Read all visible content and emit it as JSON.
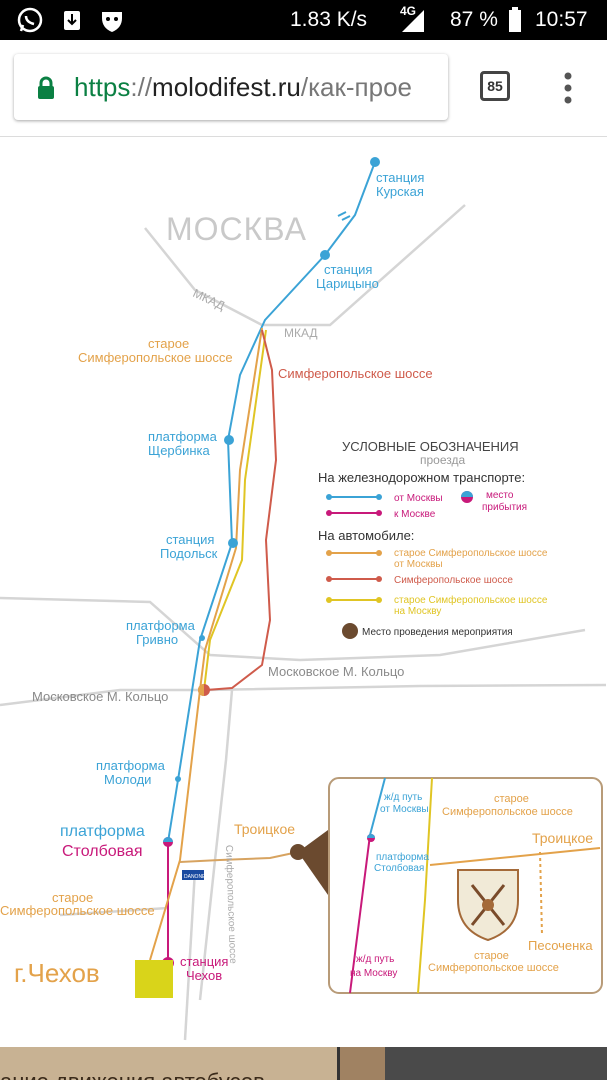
{
  "status_bar": {
    "network_speed": "1.83 K/s",
    "network_type": "4G",
    "battery": "87 %",
    "time": "10:57"
  },
  "browser": {
    "url_scheme": "https",
    "url_sep": "://",
    "url_host": "molodifest.ru",
    "url_path": "/как-прое",
    "tab_count": "85"
  },
  "map": {
    "city_label": "МОСКВА",
    "mkad_label_1": "МКАД",
    "mkad_label_2": "МКАД",
    "stations": {
      "kurskaya": [
        "станция",
        "Курская"
      ],
      "tsaritsyno": [
        "станция",
        "Царицыно"
      ],
      "shcherbinka": [
        "платформа",
        "Щербинка"
      ],
      "podolsk": [
        "станция",
        "Подольск"
      ],
      "grivno": [
        "платформа",
        "Гривно"
      ],
      "molodi": [
        "платформа",
        "Молоди"
      ],
      "stolbovaya": [
        "платформа",
        "Столбовая"
      ],
      "chekhov": [
        "станция",
        "Чехов"
      ]
    },
    "roads": {
      "old_simferopol": [
        "старое",
        "Симферопольское шоссе"
      ],
      "simferopol": "Симферопольское шоссе",
      "old_simferopol_south": [
        "старое",
        "Симферопольское шоссе"
      ],
      "moscow_small_ring_left": "Московское М. Кольцо",
      "moscow_small_ring_right": "Московское М. Кольцо",
      "simferopol_vertical": "Симферопольское шоссе",
      "troitskoe": "Троицкое",
      "danone": "DANONE"
    },
    "city_chekhov": "г.Чехов",
    "legend": {
      "title": "УСЛОВНЫЕ ОБОЗНАЧЕНИЯ",
      "subtitle": "проезда",
      "rail_header": "На железнодорожном транспорте:",
      "rail_from_moscow": "от Москвы",
      "rail_to_moscow": "к Москве",
      "arrival_place": [
        "место",
        "прибытия"
      ],
      "car_header": "На автомобиле:",
      "car_old_from": [
        "старое Симферопольское шоссе",
        "от Москвы"
      ],
      "car_simf": "Симферопольское шоссе",
      "car_old_to": [
        "старое Симферопольское шоссе",
        "на Москву"
      ],
      "venue": "Место проведения мероприятия"
    },
    "inset": {
      "rail_from": [
        "ж/д путь",
        "от Москвы"
      ],
      "old_simf_top": [
        "старое",
        "Симферопольское шоссе"
      ],
      "troitskoe": "Троицкое",
      "stolbovaya": [
        "платформа",
        "Столбовая"
      ],
      "pesochenka": "Песоченка",
      "rail_to": [
        "ж/д путь",
        "на Москву"
      ],
      "old_simf_bottom": [
        "старое",
        "Симферопольское шоссе"
      ]
    },
    "colors": {
      "rail_from": "#3ba3d6",
      "rail_to": "#c8197a",
      "old_simf": "#e3a24a",
      "simf": "#cf5b4b",
      "old_simf_to": "#e0c524",
      "venue": "#6b4a2f",
      "road_gray": "#d5d5d5",
      "label_gray": "#8a8a8a"
    }
  },
  "footer": {
    "text": "ание движения автобусов"
  }
}
